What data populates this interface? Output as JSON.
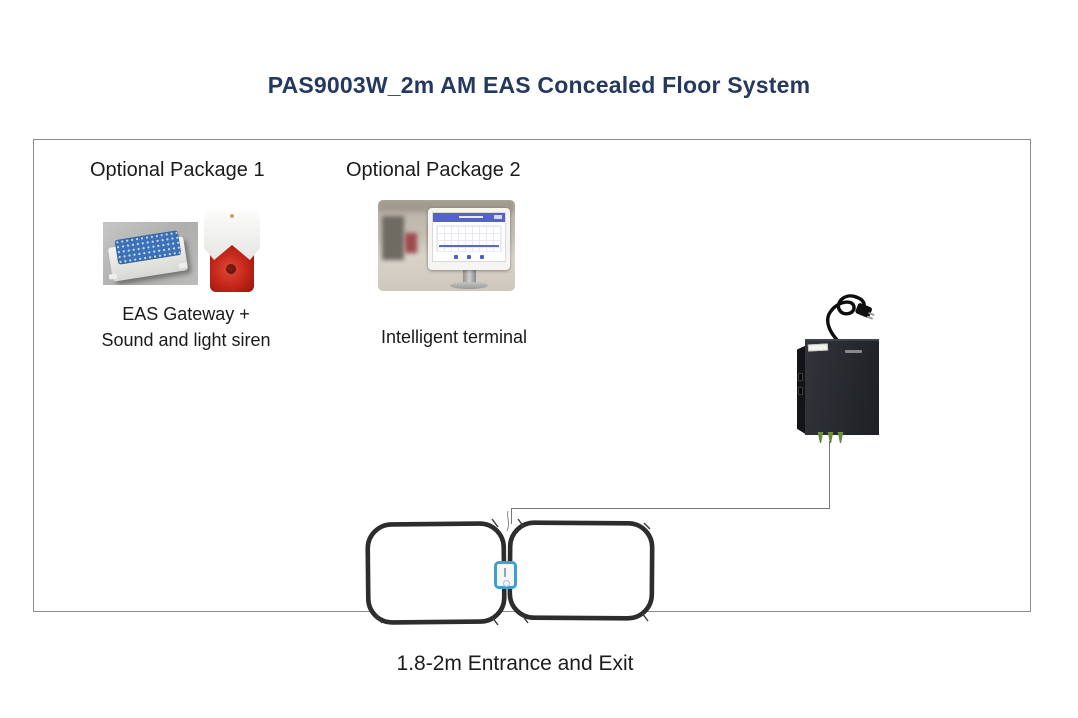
{
  "title": "PAS9003W_2m AM EAS Concealed Floor System",
  "diagram": {
    "package1": {
      "heading": "Optional Package 1",
      "caption_line1": "EAS Gateway +",
      "caption_line2": "Sound and light siren"
    },
    "package2": {
      "heading": "Optional Package 2",
      "caption": "Intelligent terminal"
    },
    "bottom_label": "1.8-2m Entrance and Exit"
  },
  "colors": {
    "title_text": "#25395f",
    "box_border": "#8c8c8c",
    "gateway_panel_blue": "#3c72b8",
    "siren_red": "#c5271b",
    "terminal_header_blue": "#5364c4",
    "loop_cable": "#2d2d2d",
    "connector_blue": "#3da0cf",
    "controller_body": "#24272c",
    "connector_green": "#56803f",
    "wire_gray": "#777777"
  }
}
